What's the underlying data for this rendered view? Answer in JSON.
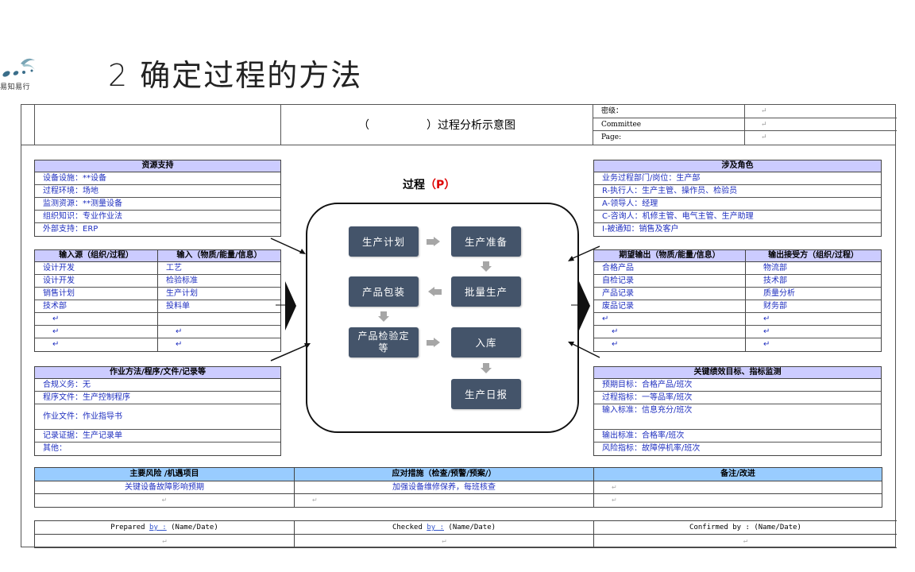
{
  "logo": {
    "text": "易知易行"
  },
  "slide_title": "2  确定过程的方法",
  "header": {
    "paren": "（",
    "title": "）过程分析示意图",
    "meta": [
      {
        "key": "密级：",
        "value": "↵"
      },
      {
        "key": "Committee",
        "value": "↵"
      },
      {
        "key": "Page:",
        "value": "↵"
      }
    ]
  },
  "resources": {
    "title": "资源支持",
    "rows": [
      "设备设施：**设备",
      "过程环境：场地",
      "监测资源：**测量设备",
      "组织知识：专业作业法",
      "外部支持：ERP"
    ]
  },
  "inputs": {
    "headers": [
      "输入源（组织/过程）",
      "输入（物质/能量/信息）"
    ],
    "rows": [
      [
        "设计开发",
        "工艺"
      ],
      [
        "设计开发",
        "检验标准"
      ],
      [
        "销售计划",
        "生产计划"
      ],
      [
        "技术部",
        "投料单"
      ],
      [
        "↵",
        ""
      ],
      [
        "↵",
        "↵"
      ],
      [
        "↵",
        "↵"
      ]
    ]
  },
  "methods": {
    "title": "作业方法/程序/文件/记录等",
    "rows": [
      "合规义务：无",
      "程序文件：生产控制程序",
      "作业文件：作业指导书",
      "记录证据：生产记录单",
      "其他："
    ]
  },
  "process": {
    "title": "过程",
    "tag": "（P）",
    "steps": [
      "生产计划",
      "生产准备",
      "批量生产",
      "产品包装",
      "产品检验定等",
      "入库",
      "生产日报"
    ]
  },
  "roles": {
    "title": "涉及角色",
    "rows": [
      "业务过程部门/岗位：生产部",
      "R-执行人：生产主管、操作员、检验员",
      "A-领导人：经理",
      "C-咨询人：机修主管、电气主管、生产助理",
      "I-被通知：销售及客户"
    ]
  },
  "outputs": {
    "headers": [
      "期望输出（物质/能量/信息）",
      "输出接受方（组织/过程）"
    ],
    "rows": [
      [
        "合格产品",
        "物流部"
      ],
      [
        "自检记录",
        "技术部"
      ],
      [
        "产品记录",
        "质量分析"
      ],
      [
        "废品记录",
        "财务部"
      ],
      [
        "↵",
        "↵"
      ],
      [
        "↵",
        "↵"
      ],
      [
        "↵",
        "↵"
      ]
    ]
  },
  "kpi": {
    "title": "关键绩效目标、指标监测",
    "rows": [
      "预期目标：合格产品/班次",
      "过程指标：一等品率/班次",
      "输入标准：信息充分/班次",
      "输出标准：合格率/班次",
      "风险指标：故障停机率/班次"
    ]
  },
  "risks": {
    "headers": [
      "主要风险 /机遇项目",
      "应对措施（检查/预警/预案/）",
      "备注/改进"
    ],
    "rows": [
      [
        "关键设备故障影响预期",
        "加强设备维修保养，每班核查",
        "↵"
      ],
      [
        "↵",
        "↵",
        "↵"
      ]
    ]
  },
  "signoff": {
    "cols": [
      {
        "label": "Prepared",
        "by": "by :",
        "suffix": "(Name/Date)"
      },
      {
        "label": "Checked",
        "by": "by :",
        "suffix": "(Name/Date)"
      },
      {
        "label": "Confirmed",
        "by": "by :",
        "suffix": "(Name/Date)"
      }
    ],
    "blank": "↵"
  },
  "colors": {
    "header_fill": "#ccccff",
    "risk_header_fill": "#99ccff",
    "step_fill": "#44546a",
    "link_text": "#1f2fbf",
    "accent_red": "#dd0000"
  }
}
